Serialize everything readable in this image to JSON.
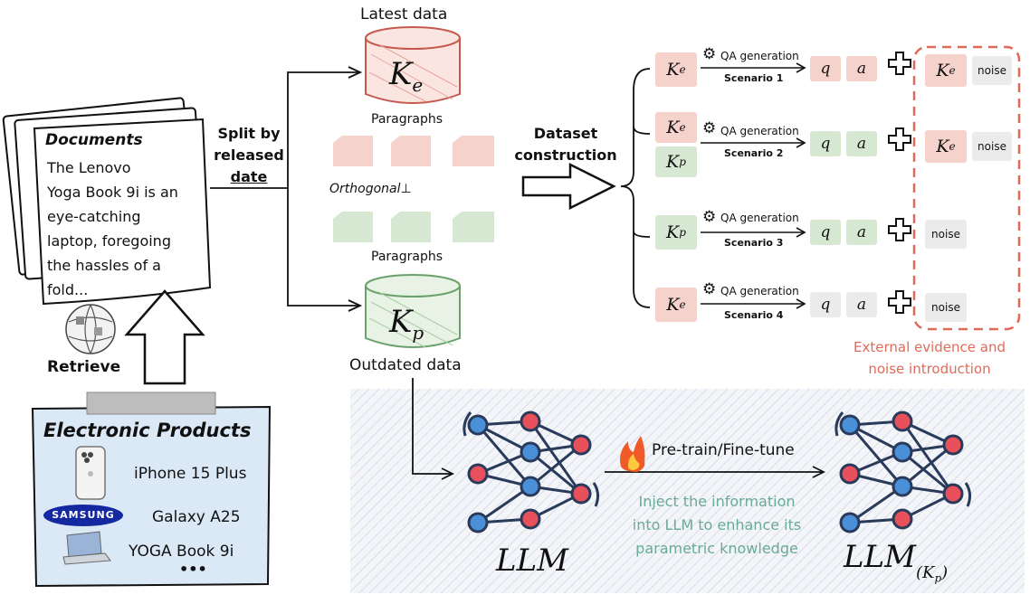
{
  "labels": {
    "latest_data": "Latest data",
    "outdated_data": "Outdated data",
    "paragraphs_top": "Paragraphs",
    "paragraphs_bottom": "Paragraphs",
    "orthogonal": "Orthogonal⊥",
    "split_by": "Split by",
    "released": "released",
    "date": "date",
    "dataset": "Dataset",
    "construction": "construction",
    "retrieve": "Retrieve",
    "documents_title": "Documents",
    "documents_line1": "The Lenovo",
    "documents_line2": "Yoga Book 9i is an",
    "documents_line3": "eye-catching",
    "documents_line4": "laptop, foregoing",
    "documents_line5": "the hassles of a",
    "documents_line6": "fold...",
    "products_title": "Electronic Products",
    "product1": "iPhone 15 Plus",
    "product2": "Galaxy A25",
    "product3": "YOGA Book 9i",
    "product_more": "•••",
    "samsung_logo": "SAMSUNG",
    "ke_main": "K",
    "ke_sub": "e",
    "kp_main": "K",
    "kp_sub": "p",
    "external_line1": "External evidence and",
    "external_line2": "noise introduction",
    "pretrain": "Pre-train/Fine-tune",
    "inject_line1": "Inject the information",
    "inject_line2": "into LLM to enhance its",
    "inject_line3": "parametric knowledge",
    "llm_left": "LLM",
    "llm_right": "LLM",
    "llm_right_sub": "(K",
    "llm_right_subsub": "p",
    "llm_right_close": ")"
  },
  "scenarios": [
    {
      "qa": "QA generation",
      "name": "Scenario 1",
      "q": "q",
      "a": "a",
      "noise": "noise"
    },
    {
      "qa": "QA generation",
      "name": "Scenario 2",
      "q": "q",
      "a": "a",
      "noise": "noise"
    },
    {
      "qa": "QA generation",
      "name": "Scenario 3",
      "q": "q",
      "a": "a",
      "noise": "noise"
    },
    {
      "qa": "QA generation",
      "name": "Scenario 4",
      "q": "q",
      "a": "a",
      "noise": "noise"
    }
  ],
  "colors": {
    "pink": "#f6d2cc",
    "green": "#d6e8d2",
    "red_text": "#e06a5a",
    "teal_text": "#6aaa96",
    "dashed": "#e06a5a",
    "node_red": "#e8505b",
    "node_blue": "#4a90d9"
  },
  "icons": {
    "openai": "openai-icon",
    "fire": "fire-icon",
    "wiki": "wikipedia-globe-icon",
    "plus": "plus-icon"
  }
}
